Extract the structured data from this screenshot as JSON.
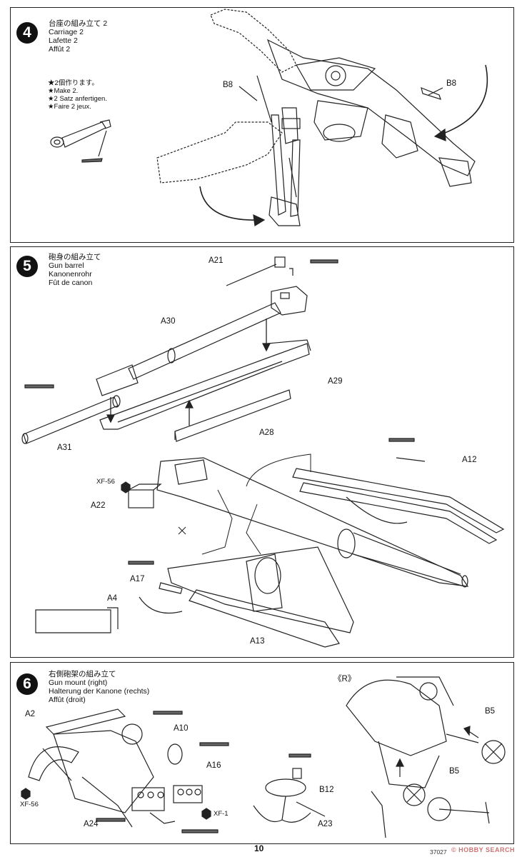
{
  "step4": {
    "number": "4",
    "title_ja": "台座の組み立て 2",
    "title_en": "Carriage 2",
    "title_fr": "Lafette 2",
    "title_de": "Affût 2",
    "notes": [
      "★2個作ります。",
      "★Make 2.",
      "★2 Satz anfertigen.",
      "★Faire 2 jeux."
    ],
    "parts": [
      "B8",
      "B8"
    ]
  },
  "step5": {
    "number": "5",
    "title_ja": "砲身の組み立て",
    "title_en": "Gun barrel",
    "title_de": "Kanonenrohr",
    "title_fr": "Fût de canon",
    "parts": [
      "A21",
      "A30",
      "A29",
      "A31",
      "A28",
      "A12",
      "A22",
      "A17",
      "A4",
      "A13"
    ],
    "paint": "XF-56"
  },
  "step6": {
    "number": "6",
    "title_ja": "右側砲架の組み立て",
    "title_en": "Gun mount (right)",
    "title_de": "Halterung der Kanone (rechts)",
    "title_fr": "Affût (droit)",
    "side_mark": "《R》",
    "parts": [
      "A2",
      "A10",
      "A16",
      "A24",
      "B12",
      "A23",
      "B5",
      "B5"
    ],
    "paints": [
      "XF-56",
      "XF-1"
    ]
  },
  "footer": {
    "page_number": "10",
    "code": "37027"
  },
  "watermark": "© HOBBY SEARCH"
}
